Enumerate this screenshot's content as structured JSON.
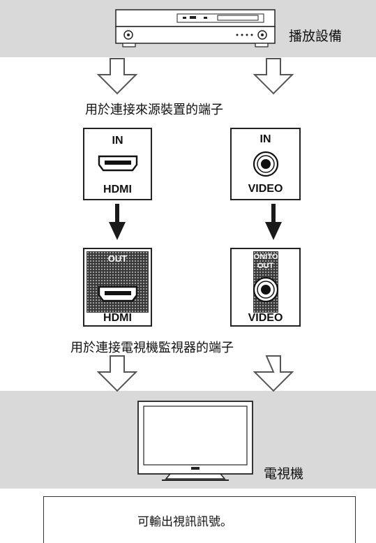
{
  "source": {
    "label": "播放設備"
  },
  "source_terminals_caption": "用於連接來源裝置的端子",
  "panels": {
    "in_hdmi": {
      "top": "IN",
      "bottom": "HDMI"
    },
    "in_video": {
      "top": "IN",
      "bottom": "VIDEO"
    },
    "out_hdmi": {
      "top": "OUT",
      "bottom": "HDMI"
    },
    "out_video": {
      "top_line1": "MONITOR",
      "top_line2": "OUT",
      "bottom": "VIDEO"
    }
  },
  "monitor_terminals_caption": "用於連接電視機監視器的端子",
  "tv": {
    "label": "電視機"
  },
  "note": {
    "text": "可輸出視訊訊號。"
  }
}
